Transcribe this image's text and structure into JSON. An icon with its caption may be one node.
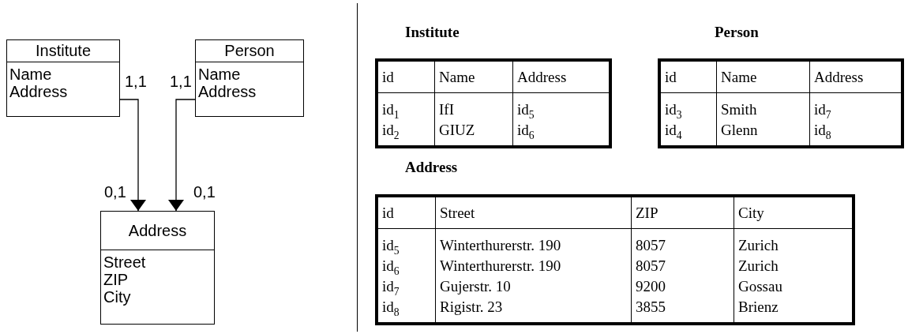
{
  "diagram": {
    "nodes": [
      {
        "text": [
          "Institute",
          "Name",
          "Address"
        ]
      },
      {
        "text": [
          "Person",
          "Name",
          "Address"
        ]
      },
      {
        "text": [
          "Address",
          "Street",
          "ZIP",
          "City"
        ]
      }
    ],
    "edges": [
      {
        "from": 0,
        "to": 2,
        "arrow": "to"
      },
      {
        "from": 1,
        "to": 2,
        "arrow": "to"
      }
    ],
    "labels": [
      "1,1",
      "1,1",
      "0,1",
      "0,1",
      "Institute",
      "id",
      "Name",
      "Address",
      "id$_{1}$",
      "IfI",
      "id$_{5}$",
      "id$_{2}$",
      "GIUZ",
      "id$_{6}$",
      "Person",
      "id",
      "Name",
      "Address",
      "id$_{3}$",
      "Smith",
      "id$_{7}$",
      "id$_{4}$",
      "Glenn",
      "id$_{8}$",
      "Address",
      "id",
      "Street",
      "ZIP",
      "City",
      "id$_{5}$",
      "Winterthurerstr. 190",
      "8057",
      "Zurich",
      "id$_{6}$",
      "Winterthurerstr. 190",
      "8057",
      "Zurich",
      "id$_{7}$",
      "Gujerstr. 10",
      "9200",
      "Gossau",
      "id$_{8}$",
      "Rigistr. 23",
      "3855",
      "Brienz"
    ]
  }
}
